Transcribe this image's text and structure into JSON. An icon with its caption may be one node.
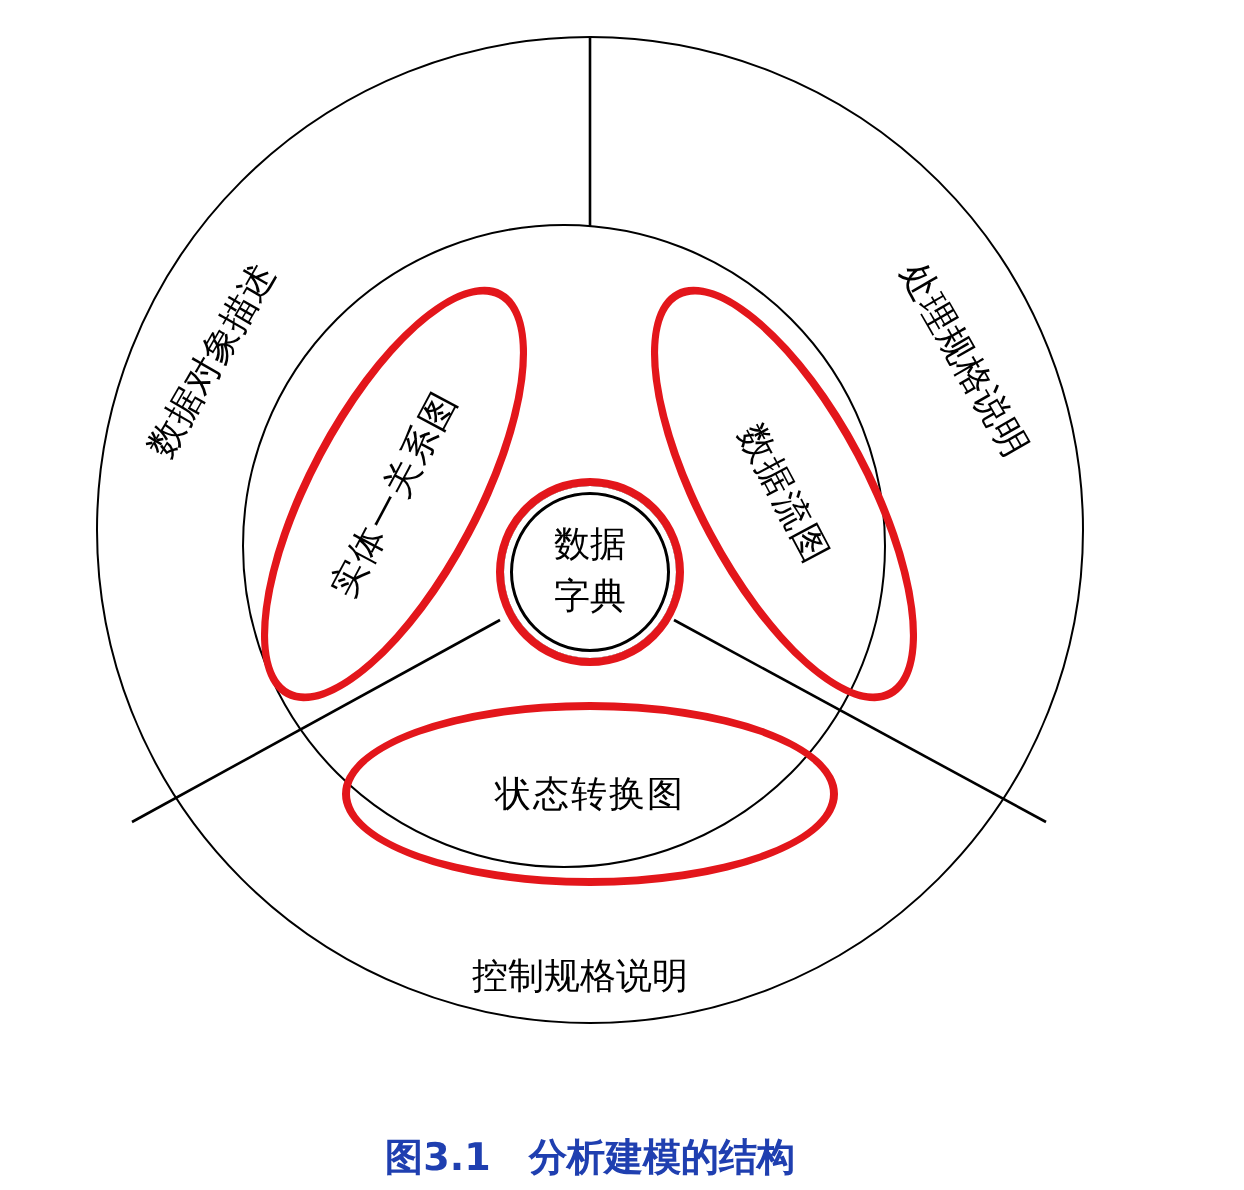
{
  "diagram": {
    "caption": "图3.1　分析建模的结构",
    "nodes": [
      {
        "text": [],
        "shape": "circle"
      },
      {
        "text": [],
        "shape": "circle",
        "in": 0
      },
      {
        "text": [
          "实体一关系图"
        ],
        "in": 0
      },
      {
        "text": [
          "数据流图"
        ],
        "in": 0
      },
      {
        "text": [
          "状态转换图"
        ],
        "in": 0
      },
      {
        "text": [
          "数据字典"
        ],
        "in": 1
      }
    ],
    "labels": [
      "数据对象描述",
      "处理规格说明",
      "控制规格说明"
    ]
  }
}
